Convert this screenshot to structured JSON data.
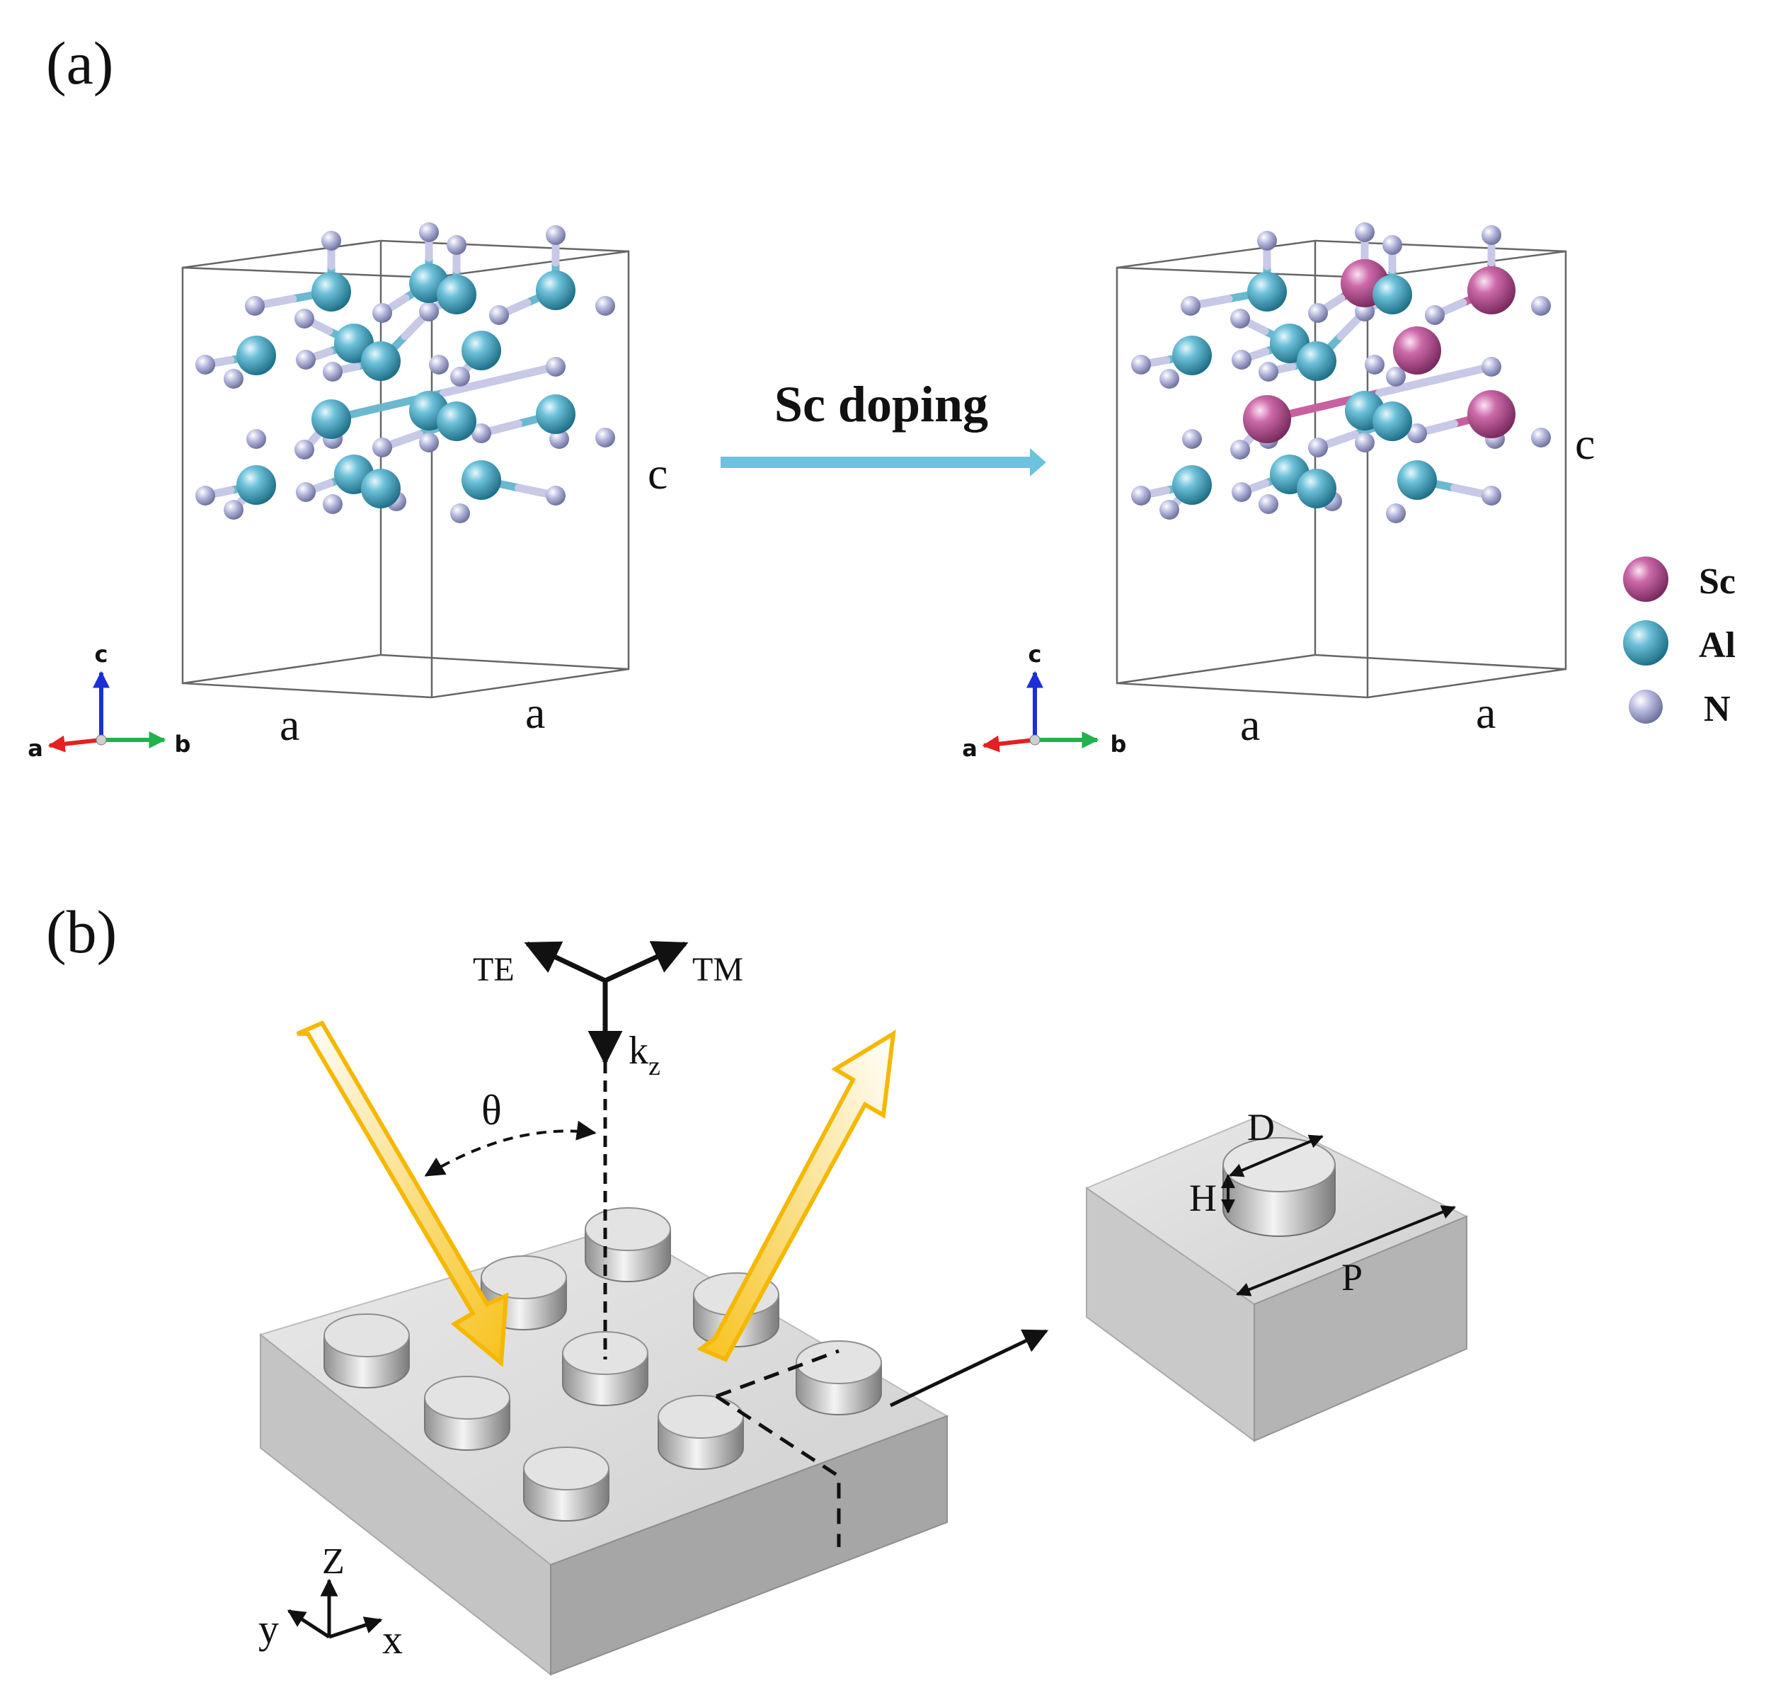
{
  "panel_a": {
    "label": "(a)",
    "process_label": "Sc doping",
    "lattice_labels": {
      "a": "a",
      "c": "c"
    },
    "axis_labels": {
      "a": "a",
      "b": "b",
      "c": "c"
    },
    "legend": [
      {
        "label": "Sc",
        "color": "#b84f96"
      },
      {
        "label": "Al",
        "color": "#3f9db8"
      },
      {
        "label": "N",
        "color": "#a9acd4"
      }
    ],
    "arrow_color": "#6cc3df"
  },
  "panel_b": {
    "label": "(b)",
    "polarization_labels": {
      "te": "TE",
      "tm": "TM"
    },
    "wavevector_label": "k",
    "wavevector_subscript": "z",
    "angle_label": "θ",
    "dimension_labels": {
      "diameter": "D",
      "height": "H",
      "period": "P"
    },
    "axis_labels": {
      "x": "x",
      "y": "y",
      "z": "Z"
    },
    "beam_color": "#f5b800"
  }
}
